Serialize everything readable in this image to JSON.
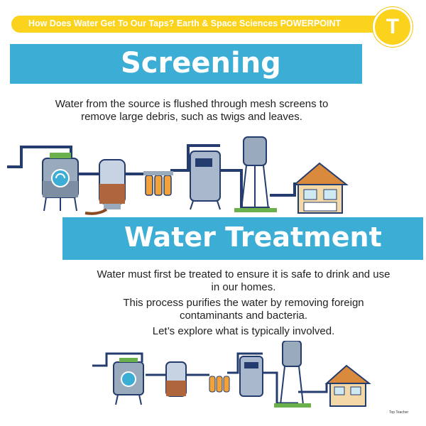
{
  "header": {
    "title": "How Does Water Get To Our Taps? Earth & Space Sciences POWERPOINT",
    "logo_letter": "T"
  },
  "slide1": {
    "title": "Screening",
    "body": [
      "Water from the source is flushed through mesh screens to",
      "remove large debris, such as twigs and leaves."
    ]
  },
  "slide2": {
    "title": "Water Treatment",
    "body": [
      "Water must first be treated to ensure it is safe to drink and use",
      "in our homes.",
      "This process purifies the water by removing foreign",
      "contaminants and bacteria.",
      "Let’s explore what is typically involved."
    ]
  },
  "footer": {
    "credit": "Top Teacher"
  },
  "colors": {
    "banner": "#3cadd4",
    "accent_yellow": "#fbd21c",
    "pipe": "#253c6e"
  }
}
